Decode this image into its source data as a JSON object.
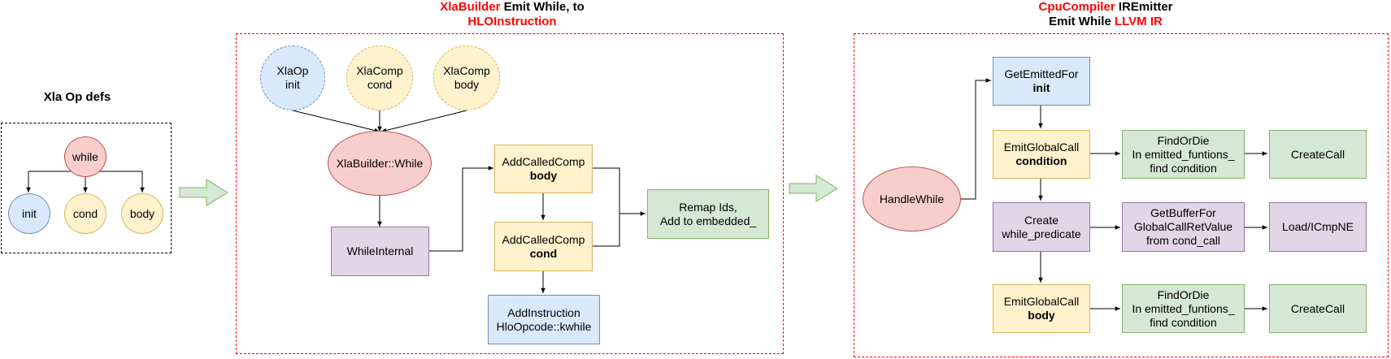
{
  "titles": {
    "xla_op_defs": "Xla Op defs",
    "builder_line1_red": "XlaBuilder",
    "builder_line1_rest": " Emit While, to",
    "builder_line2_red": "HLOInstruction",
    "cpu_line1_red": "CpuCompiler",
    "cpu_line1_rest": " IREmitter",
    "cpu_line2_black": "Emit While ",
    "cpu_line2_red": "LLVM IR"
  },
  "opdefs": {
    "while": "while",
    "init": "init",
    "cond": "cond",
    "body": "body"
  },
  "builder": {
    "xlaop_init": [
      "XlaOp",
      "init"
    ],
    "xlacomp_cond": [
      "XlaComp",
      "cond"
    ],
    "xlacomp_body": [
      "XlaComp",
      "body"
    ],
    "xlabuilder_while": "XlaBuilder::While",
    "while_internal": "WhileInternal",
    "add_called_body": [
      "AddCalledComp",
      "body"
    ],
    "add_called_cond": [
      "AddCalledComp",
      "cond"
    ],
    "add_instruction": [
      "AddInstruction",
      "HloOpcode::kwhile"
    ],
    "remap": [
      "Remap Ids,",
      "Add to embedded_"
    ]
  },
  "cpu": {
    "handle_while": "HandleWhile",
    "get_emitted": [
      "GetEmittedFor",
      "init"
    ],
    "emit_global_cond": [
      "EmitGlobalCall",
      "condition"
    ],
    "find_or_die_1": [
      "FindOrDie",
      "In emitted_funtions_",
      "find condition"
    ],
    "create_call_1": "CreateCall",
    "create_pred": [
      "Create",
      "while_predicate"
    ],
    "get_buffer": [
      "GetBufferFor",
      "GlobalCallRetValue",
      "from cond_call"
    ],
    "load_icmp": "Load/ICmpNE",
    "emit_global_body": [
      "EmitGlobalCall",
      "body"
    ],
    "find_or_die_2": [
      "FindOrDie",
      "In emitted_funtions_",
      "find condition"
    ],
    "create_call_2": "CreateCall"
  },
  "colors": {
    "frame_red": "#ff0000",
    "arrow_green_fill": "#d5e8d4",
    "arrow_green_stroke": "#82b366"
  }
}
